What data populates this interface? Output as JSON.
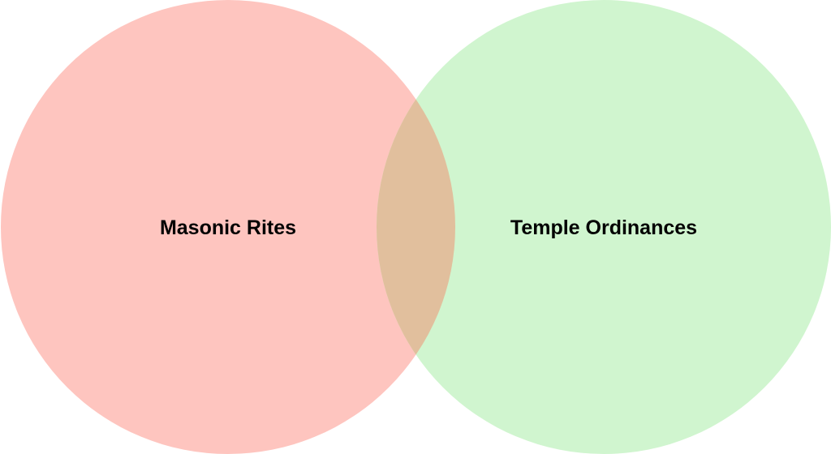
{
  "diagram": {
    "type": "venn",
    "sets": [
      {
        "label": "Masonic Rites",
        "color": "#fec5bf"
      },
      {
        "label": "Temple Ordinances",
        "color": "#d0f5cf"
      }
    ],
    "overlap_color": "#e1bf9d"
  }
}
